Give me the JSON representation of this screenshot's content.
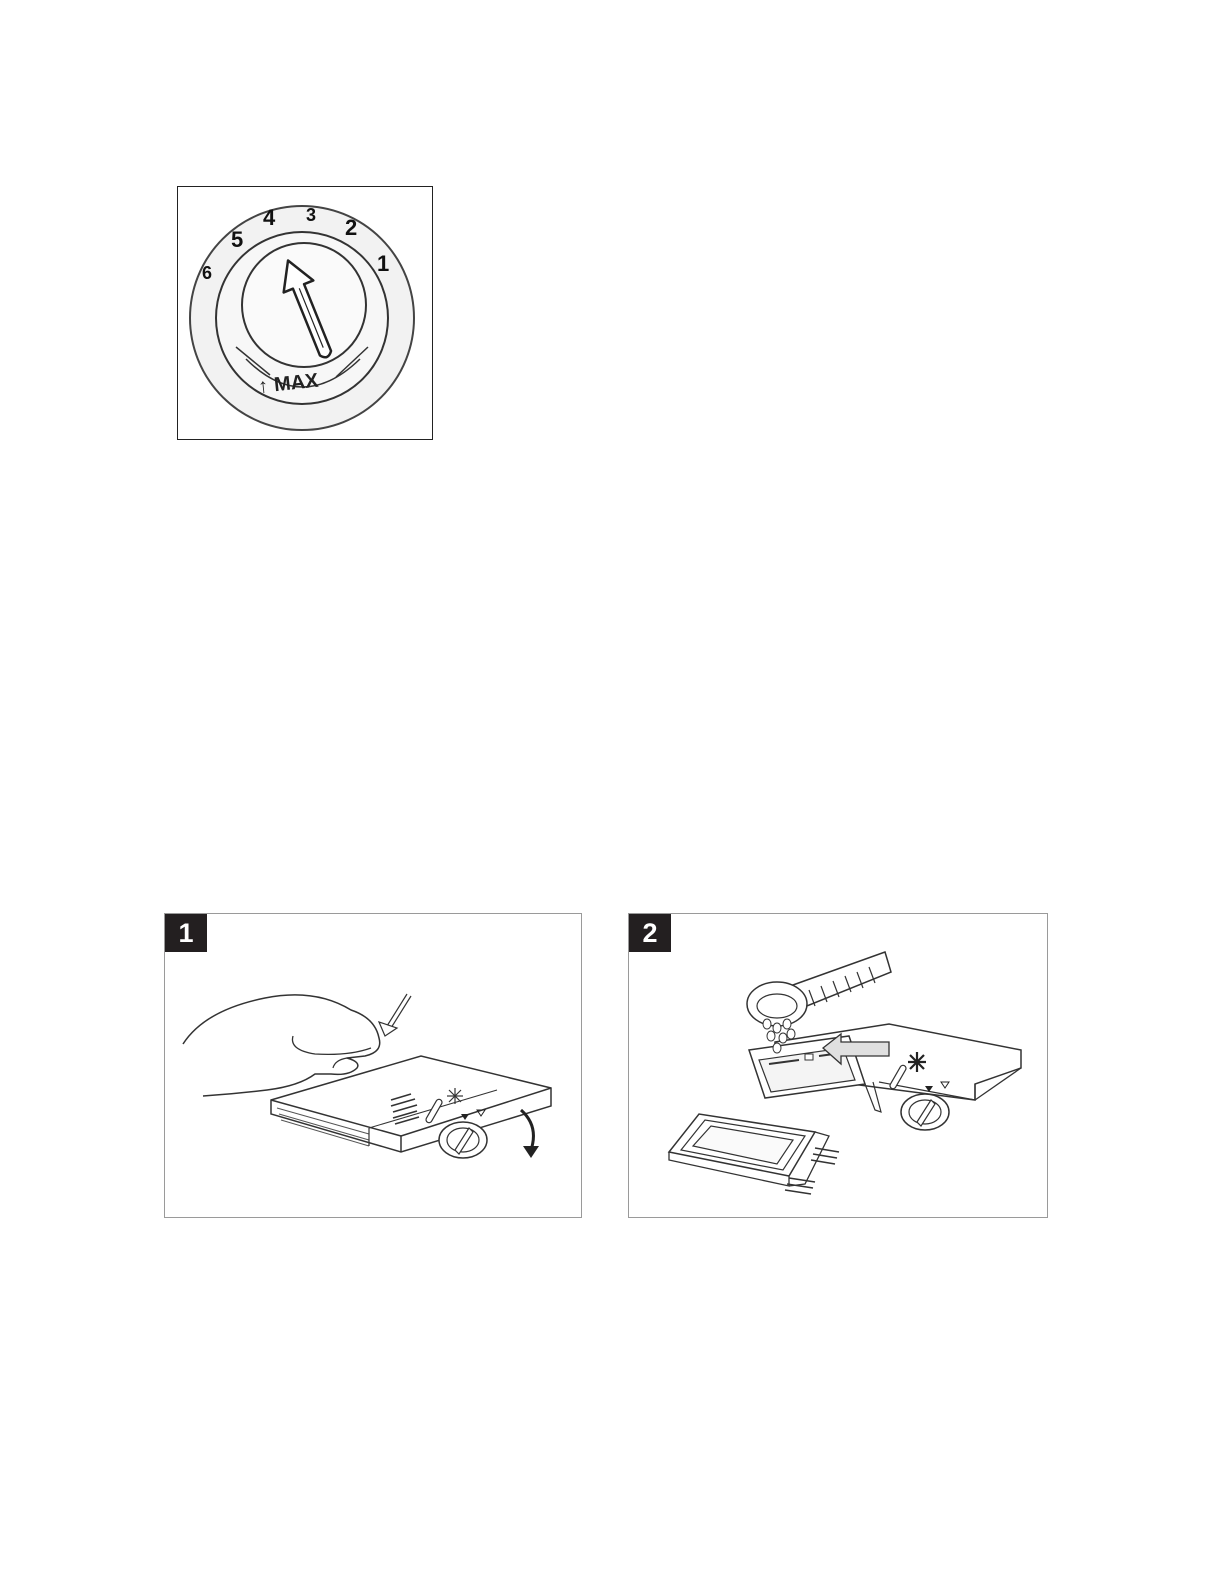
{
  "dial": {
    "numbers": [
      "6",
      "5",
      "4",
      "3",
      "2",
      "1"
    ],
    "max_label": "MAX",
    "max_marker": "↑"
  },
  "step1": {
    "badge": "1"
  },
  "step2": {
    "badge": "2"
  }
}
